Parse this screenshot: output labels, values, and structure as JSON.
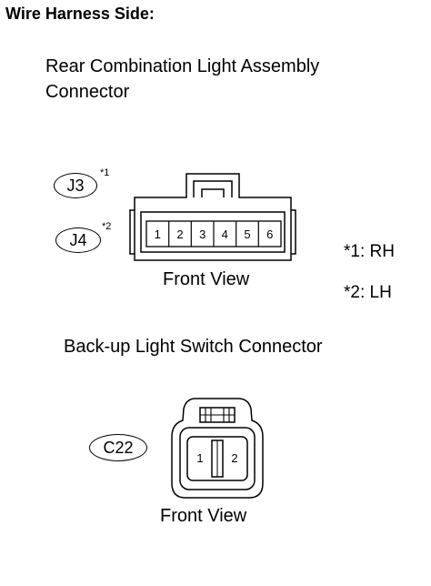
{
  "title": "Wire Harness Side:",
  "connector1": {
    "name_line1": "Rear Combination Light Assembly",
    "name_line2": "Connector",
    "codes": [
      {
        "code": "J3",
        "note_ref": "*1"
      },
      {
        "code": "J4",
        "note_ref": "*2"
      }
    ],
    "pins": [
      "1",
      "2",
      "3",
      "4",
      "5",
      "6"
    ],
    "view_label": "Front View",
    "notes": [
      "*1: RH",
      "*2: LH"
    ]
  },
  "connector2": {
    "name": "Back-up Light Switch Connector",
    "code": "C22",
    "pins": [
      "1",
      "2"
    ],
    "view_label": "Front View"
  }
}
